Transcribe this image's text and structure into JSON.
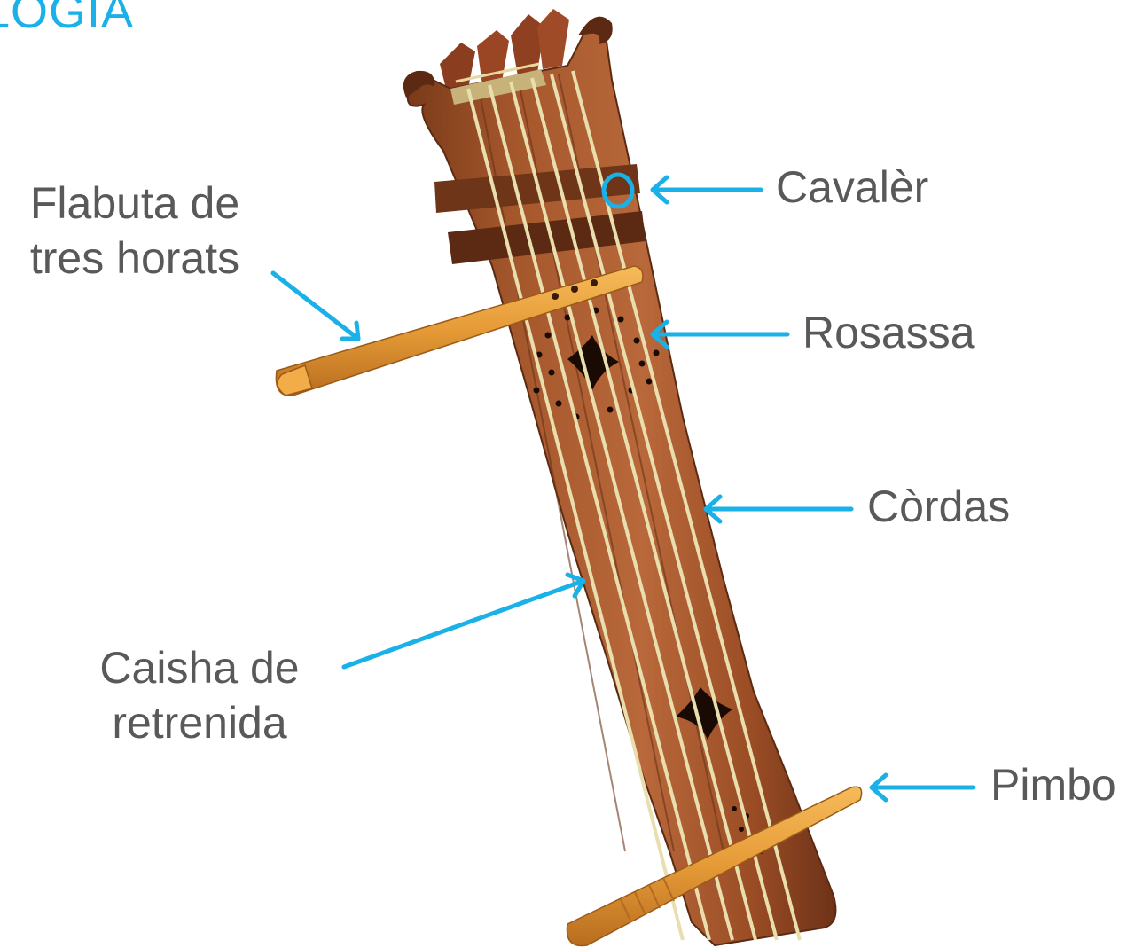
{
  "title": "OLOGIA",
  "labels": {
    "flabuta_line1": "Flabuta de",
    "flabuta_line2": "tres horats",
    "cavaler": "Cavalèr",
    "rosassa": "Rosassa",
    "cordas": "Còrdas",
    "caisha_line1": "Caisha de",
    "caisha_line2": "retrenida",
    "pimbo": "Pimbo"
  },
  "colors": {
    "accent": "#1ab0e8",
    "label_text": "#595959",
    "wood": "#a6592e",
    "wood_dark": "#6e3519",
    "strings": "#e9dfae",
    "flute": "#e59a36"
  }
}
